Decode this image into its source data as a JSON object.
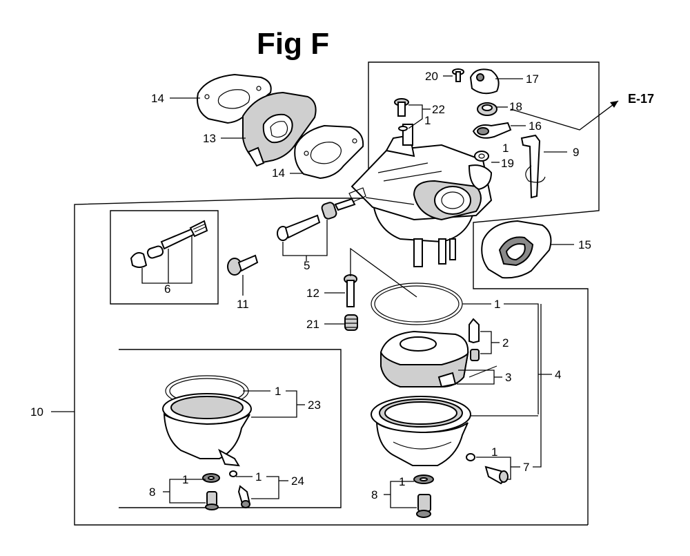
{
  "figure": {
    "title": "Fig F",
    "reference": "E-17"
  },
  "parts": {
    "p1": "1",
    "p2": "2",
    "p3": "3",
    "p4": "4",
    "p5": "5",
    "p6": "6",
    "p7": "7",
    "p8": "8",
    "p9": "9",
    "p10": "10",
    "p11": "11",
    "p12": "12",
    "p13": "13",
    "p14": "14",
    "p15": "15",
    "p16": "16",
    "p17": "17",
    "p18": "18",
    "p19": "19",
    "p20": "20",
    "p21": "21",
    "p22": "22",
    "p23": "23",
    "p24": "24"
  }
}
